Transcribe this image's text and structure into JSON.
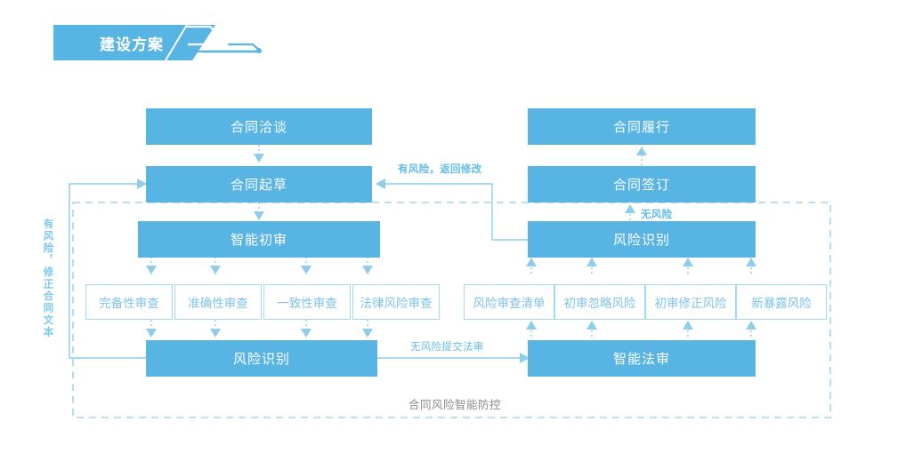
{
  "banner": {
    "title": "建设方案",
    "fill_color": "#58b4e3",
    "accent_color": "#ffffff"
  },
  "palette": {
    "box_fill": "#58b4e3",
    "box_text": "#ffffff",
    "chip_border": "#a5d8f2",
    "chip_text": "#7cc3e9",
    "connector": "#8ecdeb",
    "dashed_region": "#8ecdeb",
    "caption_text": "#8a8a8a"
  },
  "diagram": {
    "boxes": [
      {
        "id": "contract-negotiation",
        "label": "合同洽谈"
      },
      {
        "id": "contract-drafting",
        "label": "合同起草"
      },
      {
        "id": "smart-first-review",
        "label": "智能初审"
      },
      {
        "id": "risk-identify-left",
        "label": "风险识别"
      },
      {
        "id": "contract-performance",
        "label": "合同履行"
      },
      {
        "id": "contract-signing",
        "label": "合同签订"
      },
      {
        "id": "risk-identify-right",
        "label": "风险识别"
      },
      {
        "id": "smart-legal-review",
        "label": "智能法审"
      }
    ],
    "left_chips": [
      {
        "id": "completeness-check",
        "label": "完备性审查"
      },
      {
        "id": "accuracy-check",
        "label": "准确性审查"
      },
      {
        "id": "consistency-check",
        "label": "一致性审查"
      },
      {
        "id": "legal-risk-check",
        "label": "法律风险审查"
      }
    ],
    "right_chips": [
      {
        "id": "risk-review-list",
        "label": "风险审查清单"
      },
      {
        "id": "first-review-missed",
        "label": "初审忽略风险"
      },
      {
        "id": "first-review-fixed",
        "label": "初审修正风险"
      },
      {
        "id": "newly-exposed-risk",
        "label": "新暴露风险"
      }
    ],
    "edge_labels": {
      "return_for_revision": "有风险，返回修改",
      "no_risk": "无风险",
      "submit_no_risk": "无风险提交法审",
      "side_loop": "有风险，修正合同文本"
    },
    "caption": "合同风险智能防控"
  }
}
